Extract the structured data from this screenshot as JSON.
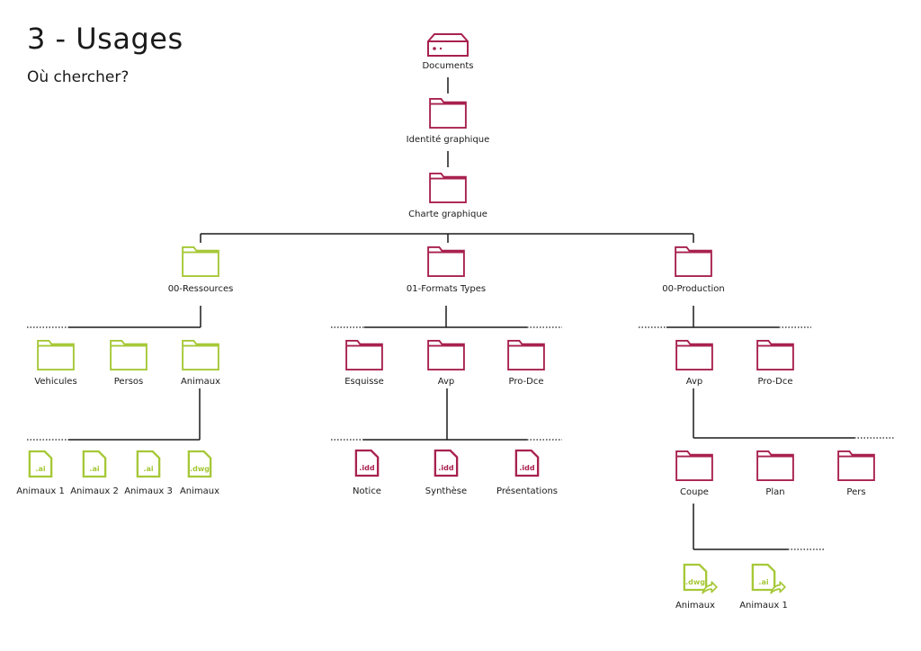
{
  "header": {
    "title": "3 - Usages",
    "subtitle": "Où chercher?"
  },
  "colors": {
    "magenta": "#a8214f",
    "green": "#a6c837",
    "line": "#1a1a1a"
  },
  "nodes": {
    "documents": "Documents",
    "identite": "Identité graphique",
    "charte": "Charte graphique",
    "ressources": "00-Ressources",
    "formats": "01-Formats Types",
    "production": "00-Production",
    "vehicules": "Vehicules",
    "persos": "Persos",
    "animaux_folder": "Animaux",
    "esquisse": "Esquisse",
    "avp_formats": "Avp",
    "prodce_formats": "Pro-Dce",
    "avp_prod": "Avp",
    "prodce_prod": "Pro-Dce",
    "animaux1_ai": "Animaux 1",
    "animaux2_ai": "Animaux 2",
    "animaux3_ai": "Animaux 3",
    "animaux_dwg": "Animaux",
    "notice": "Notice",
    "synthese": "Synthèse",
    "presentations": "Présentations",
    "coupe": "Coupe",
    "plan": "Plan",
    "pers": "Pers",
    "link_animaux_dwg": "Animaux",
    "link_animaux1_ai": "Animaux 1"
  },
  "extensions": {
    "ai": ".ai",
    "dwg": ".dwg",
    "idd": ".idd"
  }
}
